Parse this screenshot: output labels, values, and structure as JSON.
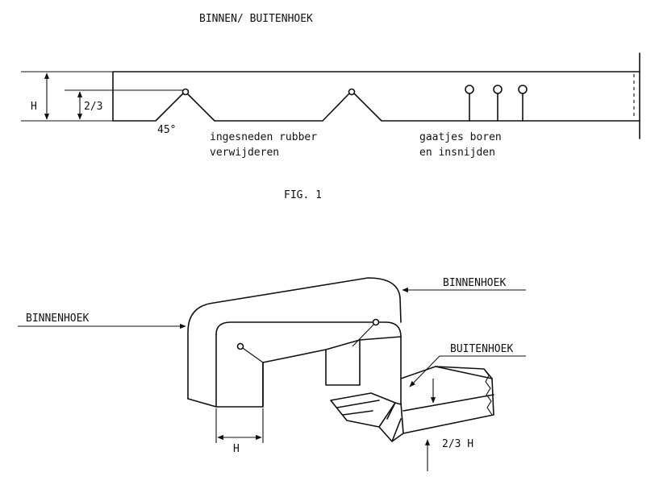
{
  "figure": {
    "title": "BINNEN/ BUITENHOEK",
    "caption": "FIG. 1"
  },
  "fig1": {
    "dim_h": "H",
    "dim_two_thirds": "2/3",
    "angle": "45°",
    "note_left_line1": "ingesneden rubber",
    "note_left_line2": "verwijderen",
    "note_right_line1": "gaatjes boren",
    "note_right_line2": "en insnijden"
  },
  "fig2": {
    "label_binnenhoek_left": "BINNENHOEK",
    "label_binnenhoek_right": "BINNENHOEK",
    "label_buitenhoek": "BUITENHOEK",
    "dim_h": "H",
    "dim_two_thirds_h": "2/3 H"
  }
}
